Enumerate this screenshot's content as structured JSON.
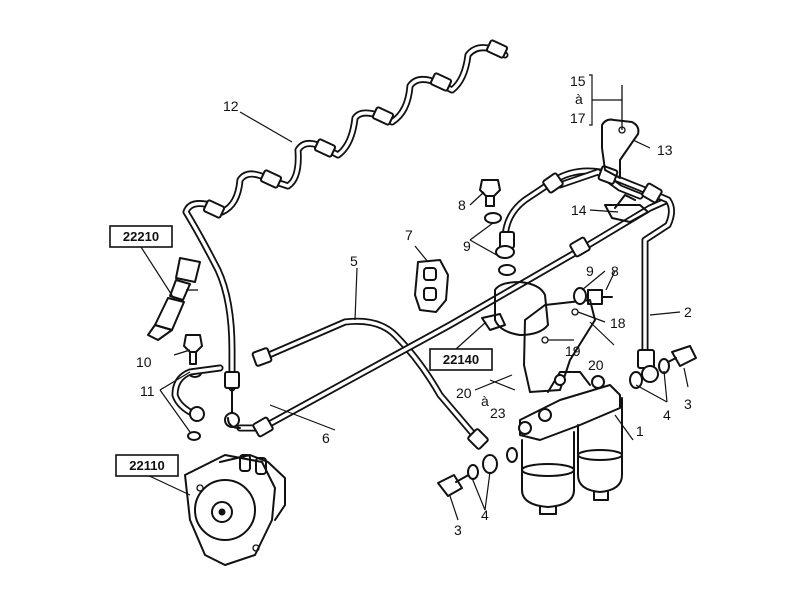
{
  "callouts": {
    "c1": "1",
    "c2": "2",
    "c3a": "3",
    "c3b": "3",
    "c4a": "4",
    "c4b": "4",
    "c5": "5",
    "c6": "6",
    "c7": "7",
    "c8a": "8",
    "c8b": "8",
    "c9a": "9",
    "c9b": "9",
    "c10": "10",
    "c11": "11",
    "c12": "12",
    "c13": "13",
    "c14": "14",
    "c15": "15",
    "c15a": "à",
    "c17": "17",
    "c18": "18",
    "c19": "19",
    "c20a": "20",
    "c20b": "20",
    "c20c": "à",
    "c23": "23"
  },
  "references": {
    "r22210": "22210",
    "r22140": "22140",
    "r22110": "22110"
  }
}
